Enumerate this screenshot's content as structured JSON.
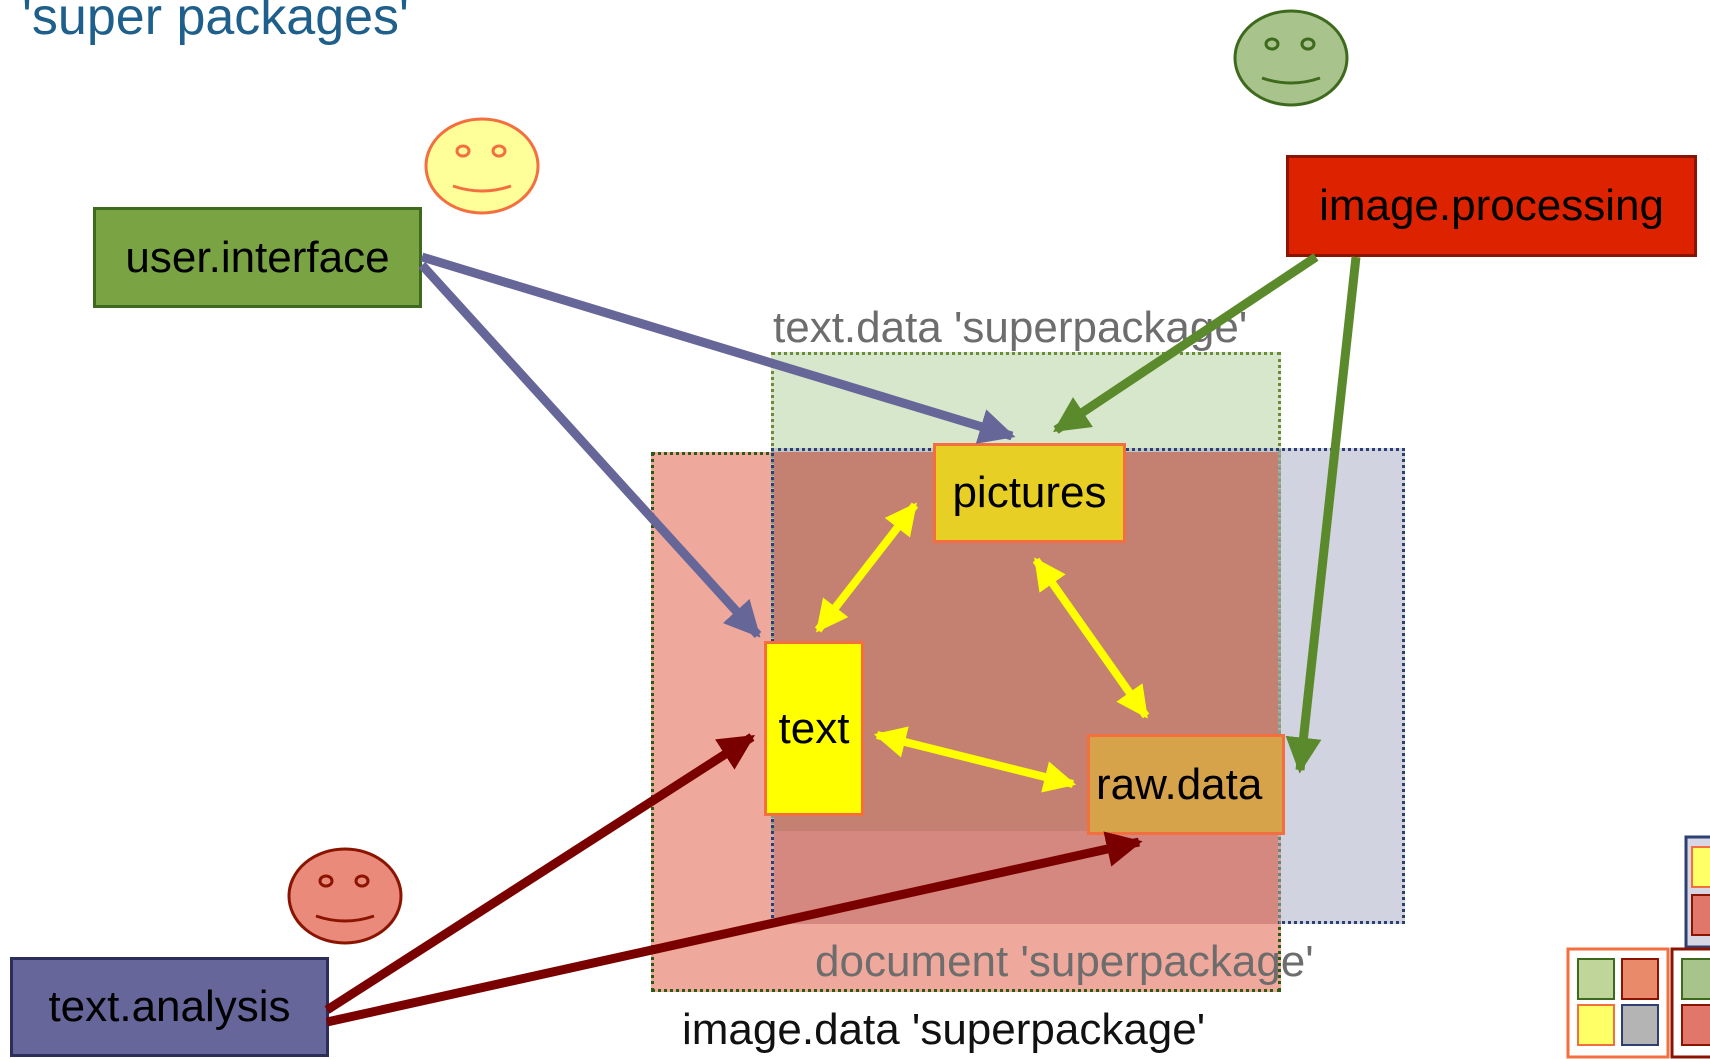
{
  "title": "'super packages'",
  "regions": {
    "text_data": "text.data 'superpackage'",
    "document": "document 'superpackage'",
    "image_data": "image.data 'superpackage'"
  },
  "packages": {
    "user_interface": "user.interface",
    "image_processing": "image.processing",
    "text_analysis": "text.analysis",
    "pictures": "pictures",
    "text": "text",
    "raw_data": "raw.data"
  },
  "colors": {
    "title": "#1f5f8b",
    "user_interface_dependency": "#666699",
    "image_processing_dependency": "#5b8a2c",
    "text_analysis_dependency": "#7a0000",
    "internal_dependency": "#ffff00"
  },
  "icons": [
    "smiley-yellow-icon",
    "smiley-green-icon",
    "smiley-red-icon",
    "package-legend-icon"
  ]
}
